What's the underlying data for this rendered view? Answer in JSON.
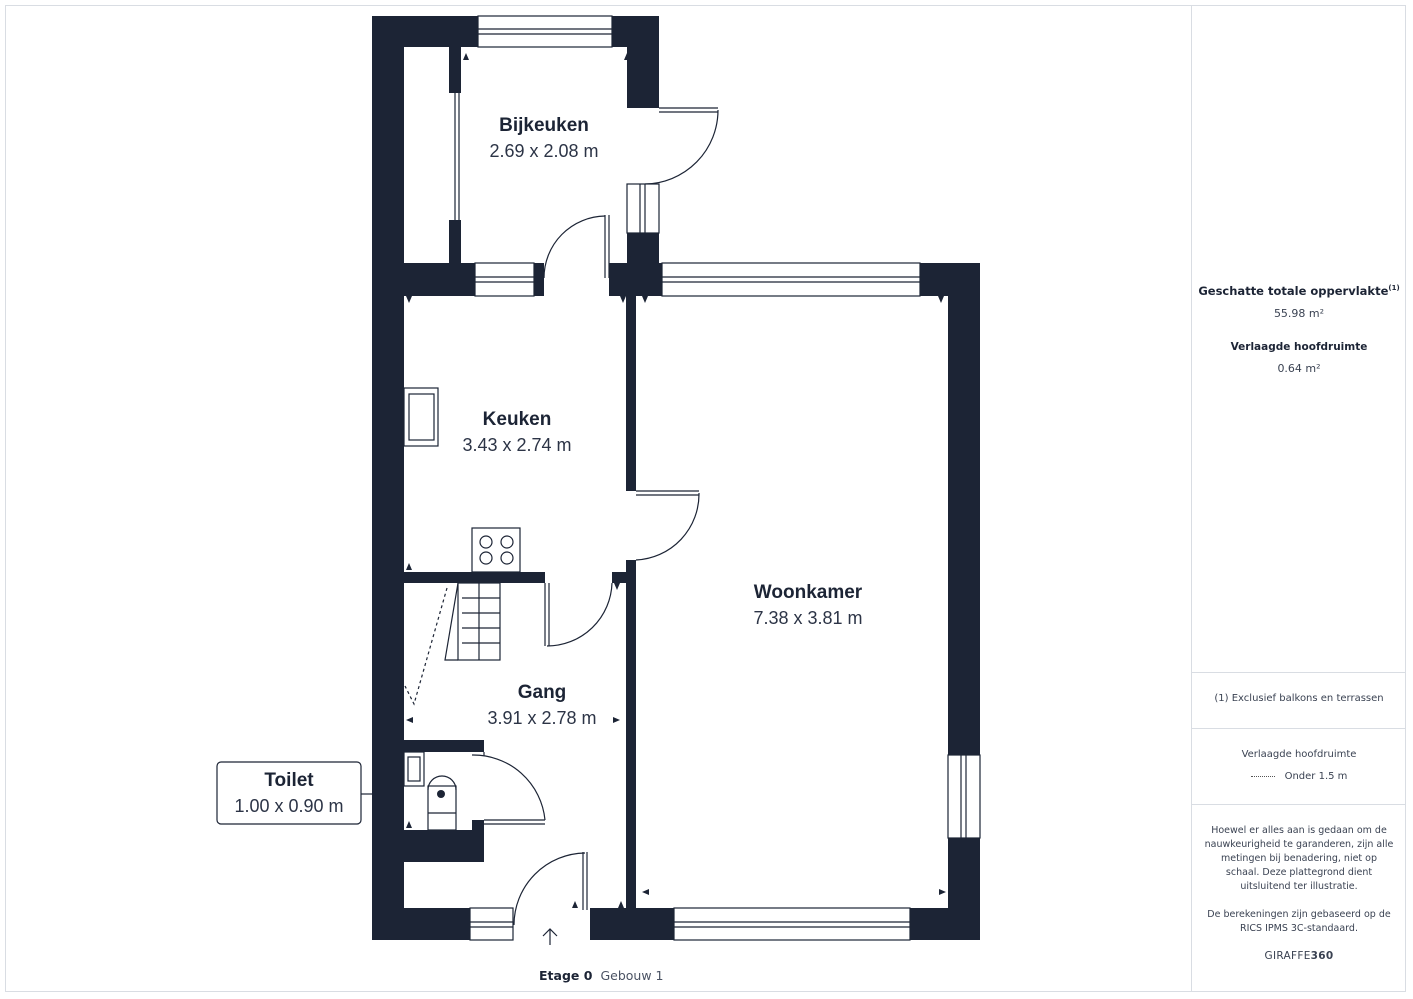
{
  "rooms": {
    "bijkeuken": {
      "name": "Bijkeuken",
      "dims": "2.69 x 2.08 m"
    },
    "keuken": {
      "name": "Keuken",
      "dims": "3.43 x 2.74 m"
    },
    "woonkamer": {
      "name": "Woonkamer",
      "dims": "7.38 x 3.81 m"
    },
    "gang": {
      "name": "Gang",
      "dims": "3.91 x 2.78 m"
    },
    "toilet": {
      "name": "Toilet",
      "dims": "1.00 x 0.90 m"
    }
  },
  "footer": {
    "floor": "Etage 0",
    "building": "Gebouw 1"
  },
  "sidebar": {
    "total_label": "Geschatte totale oppervlakte",
    "total_sup": "(1)",
    "total_value": "55.98 m²",
    "reduced_label": "Verlaagde hoofdruimte",
    "reduced_value": "0.64 m²",
    "note1": "(1) Exclusief balkons en terrassen",
    "legend_title": "Verlaagde hoofdruimte",
    "legend_item": "Onder 1.5 m",
    "disclaimer1": "Hoewel er alles aan is gedaan om de nauwkeurigheid te garanderen, zijn alle metingen bij benadering, niet op schaal. Deze plattegrond dient uitsluitend ter illustratie.",
    "disclaimer2": "De berekeningen zijn gebaseerd op de RICS IPMS 3C-standaard.",
    "logo_a": "GIRAFFE",
    "logo_b": "360"
  },
  "colors": {
    "wall": "#1c2435",
    "line": "#1c2435",
    "border": "#d9dde3"
  }
}
